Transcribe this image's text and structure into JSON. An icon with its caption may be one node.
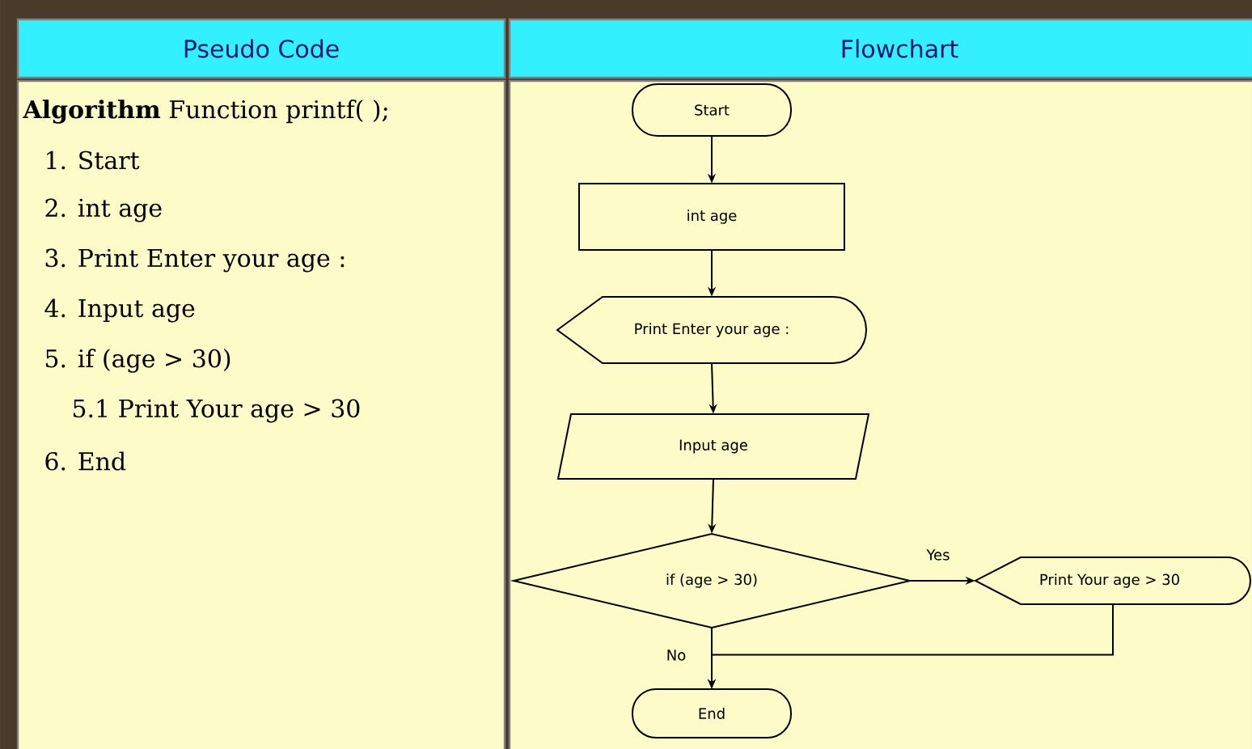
{
  "diagram": {
    "nodes": [
      {
        "text": [
          "Pseudo Code"
        ]
      },
      {
        "text": [
          "Flowchart"
        ]
      },
      {
        "text": [
          "Start"
        ]
      },
      {
        "text": [
          "int age"
        ]
      },
      {
        "text": [
          "Print Enter your age :"
        ]
      },
      {
        "text": [
          "Input age"
        ]
      },
      {
        "text": [
          "if (age > 30)"
        ]
      },
      {
        "text": [
          "Print Your age > 30"
        ]
      },
      {
        "text": [
          "End"
        ]
      }
    ],
    "edges": [
      {
        "from": 2,
        "to": 3,
        "arrow": "to"
      },
      {
        "from": 3,
        "to": 4,
        "arrow": "to"
      },
      {
        "from": 4,
        "to": 5,
        "arrow": "to"
      },
      {
        "from": 5,
        "to": 6,
        "arrow": "to"
      },
      {
        "from": 6,
        "to": 7,
        "arrow": "to",
        "label": "Yes"
      },
      {
        "from": 6,
        "to": 8,
        "arrow": "to",
        "label": "No"
      },
      {
        "from": 7,
        "to": 8,
        "arrow": "to"
      }
    ],
    "labels": [
      "**Algorithm** Function printf( );",
      "1. Start",
      "2. int age",
      "3. Print Enter your age :",
      "4. Input age",
      "5. if (age > 30)",
      "5.1 Print Your age > 30",
      "6. End"
    ]
  }
}
